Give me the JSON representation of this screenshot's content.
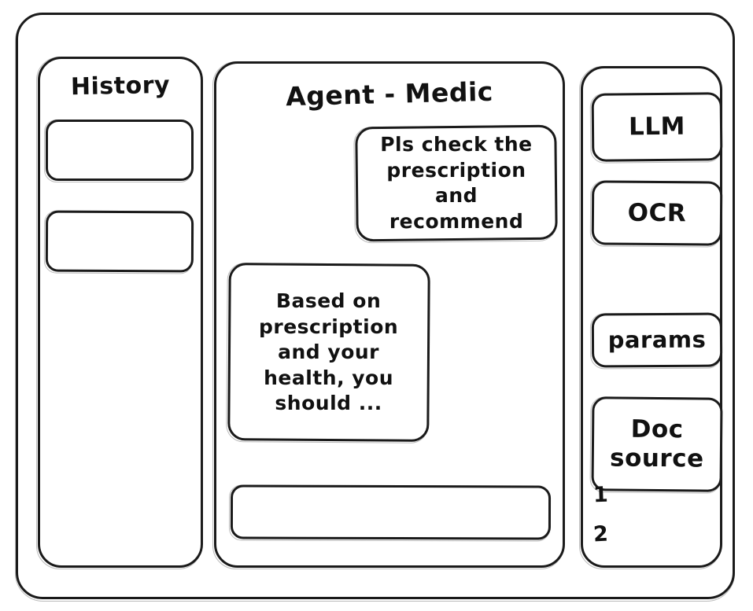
{
  "window": {
    "frame_name": "application-window"
  },
  "history": {
    "title": "History",
    "items": [
      {
        "label": ""
      },
      {
        "label": ""
      }
    ]
  },
  "agent": {
    "title": "Agent - Medic",
    "messages": [
      {
        "role": "user",
        "text": "Pls check the\nprescription\nand recommend"
      },
      {
        "role": "assistant",
        "text": "Based on\nprescription\nand your\nhealth, you\nshould ..."
      }
    ],
    "composer": {
      "value": "",
      "placeholder": ""
    }
  },
  "tools": {
    "buttons": [
      {
        "label": "LLM"
      },
      {
        "label": "OCR"
      },
      {
        "label": "params"
      },
      {
        "label": "Doc\nsource"
      }
    ],
    "doc_entries": [
      "1",
      "2"
    ]
  },
  "colors": {
    "stroke": "#1a1a1a",
    "background": "#ffffff"
  }
}
